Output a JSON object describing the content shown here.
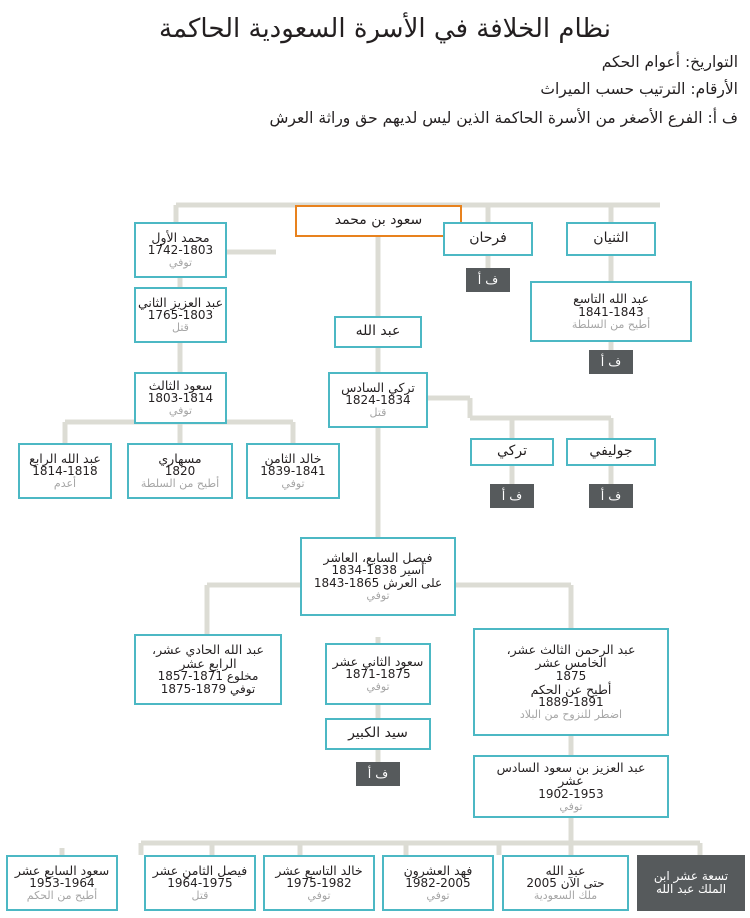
{
  "header": {
    "title": "نظام الخلافة في الأسرة السعودية الحاكمة",
    "legend_dates": "التواريخ:  أعوام الحكم",
    "legend_numbers": "الأرقام: الترتيب حسب الميراث",
    "legend_fa": "ف أ: الفرع الأصغر من الأسرة الحاكمة الذين ليس لديهم حق وراثة العرش"
  },
  "labels": {
    "fa_chip": "ف أ",
    "died": "توفي",
    "killed": "قتل",
    "deposed": "أطيح من السلطة",
    "deposed_rule": "أطيح من الحكم",
    "executed": "أعدم",
    "exiled": "اضطر للنزوح من البلاد",
    "king_sa": "ملك السعودية"
  },
  "colors": {
    "box_border": "#4cb8c4",
    "root_border": "#e8821e",
    "chip_bg": "#565a5c",
    "wire": "#dcdcd4",
    "status_text": "#a6a6a6",
    "text": "#231f20"
  },
  "nodes": {
    "root": {
      "name": "سعود بن محمد"
    },
    "muhammad1": {
      "name": "محمد الأول",
      "years": "1742-1803",
      "status": "توفي"
    },
    "abdulaziz2": {
      "name": "عبد العزيز الثاني",
      "years": "1765-1803",
      "status": "قتل"
    },
    "saud3": {
      "name": "سعود الثالث",
      "years": "1803-1814",
      "status": "توفي"
    },
    "abdullah4": {
      "name": "عبد الله الرابع",
      "years": "1814-1818",
      "status": "أعدم"
    },
    "mishari": {
      "name": "مسهاري",
      "years": "1820",
      "status": "أطيح من السلطة"
    },
    "khalid8": {
      "name": "خالد الثامن",
      "years": "1839-1841",
      "status": "توفي"
    },
    "abdullah_plain": {
      "name": "عبد الله"
    },
    "turki6": {
      "name": "تركي السادس",
      "years": "1824-1834",
      "status": "قتل"
    },
    "farhan": {
      "name": "فرحان"
    },
    "thunayan": {
      "name": "الثنيان"
    },
    "abdullah9": {
      "name": "عبد الله التاسع",
      "years": "1841-1843",
      "status": "أطيح من السلطة"
    },
    "turki_plain": {
      "name": "تركي"
    },
    "julaifi": {
      "name": "جوليفي"
    },
    "faisal7_10": {
      "name": "فيصل السابع، العاشر",
      "line1_word": "أسير",
      "line1_years": "1834-1838",
      "line2_word": "على العرش",
      "line2_years": "1843-1865",
      "status": "توفي"
    },
    "abdullah11_14": {
      "name": "عبد الله الحادي عشر،",
      "name2": "الرابع عشر",
      "line1_word": "مخلوع",
      "line1_years": "1857-1871",
      "line2_word": "توفي",
      "line2_years": "1875-1879"
    },
    "saud12": {
      "name": "سعود الثاني عشر",
      "years": "1871-1875",
      "status": "توفي"
    },
    "abdulrahman13_15": {
      "name": "عبد الرحمن الثالث عشر،",
      "name2": "الخامس عشر",
      "years1": "1875",
      "line1_word": "أطيح عن الحكم",
      "years2": "1889-1891",
      "status": "اضطر للنزوح من البلاد"
    },
    "sayyid_kabir": {
      "name": "سيد الكبير"
    },
    "abdulaziz16": {
      "name": "عبد العزيز بن سعود السادس",
      "name2": "عشر",
      "years": "1902-1953",
      "status": "توفي"
    },
    "saud17": {
      "name": "سعود السابع عشر",
      "years": "1953-1964",
      "status": "أطيح من الحكم"
    },
    "faisal18": {
      "name": "فيصل الثامن عشر",
      "years": "1964-1975",
      "status": "قتل"
    },
    "khalid19": {
      "name": "خالد التاسع عشر",
      "years": "1975-1982",
      "status": "توفي"
    },
    "fahd20": {
      "name": "فهد العشرون",
      "years": "1982-2005",
      "status": "توفي"
    },
    "abdullah_now": {
      "name": "عبد الله",
      "years": "2005 حتى الآن",
      "status": "ملك السعودية"
    },
    "nineteen_sons": {
      "line1": "تسعة عشر ابن",
      "line2": "الملك عبد الله"
    }
  }
}
